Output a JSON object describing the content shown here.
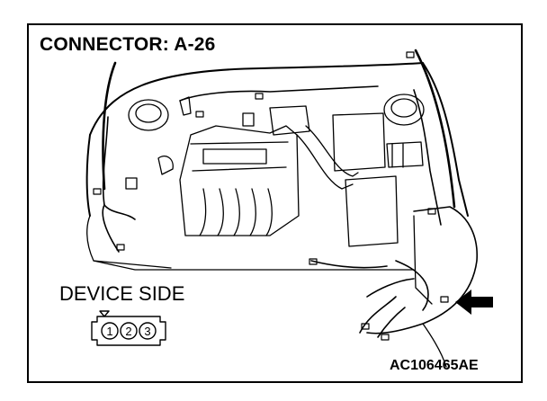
{
  "diagram": {
    "title": "CONNECTOR: A-26",
    "device_label": "DEVICE SIDE",
    "figure_code": "AC106465AE",
    "connector_pins": [
      "1",
      "2",
      "3"
    ],
    "arrow_direction": "left",
    "colors": {
      "line": "#000000",
      "background": "#ffffff"
    }
  }
}
